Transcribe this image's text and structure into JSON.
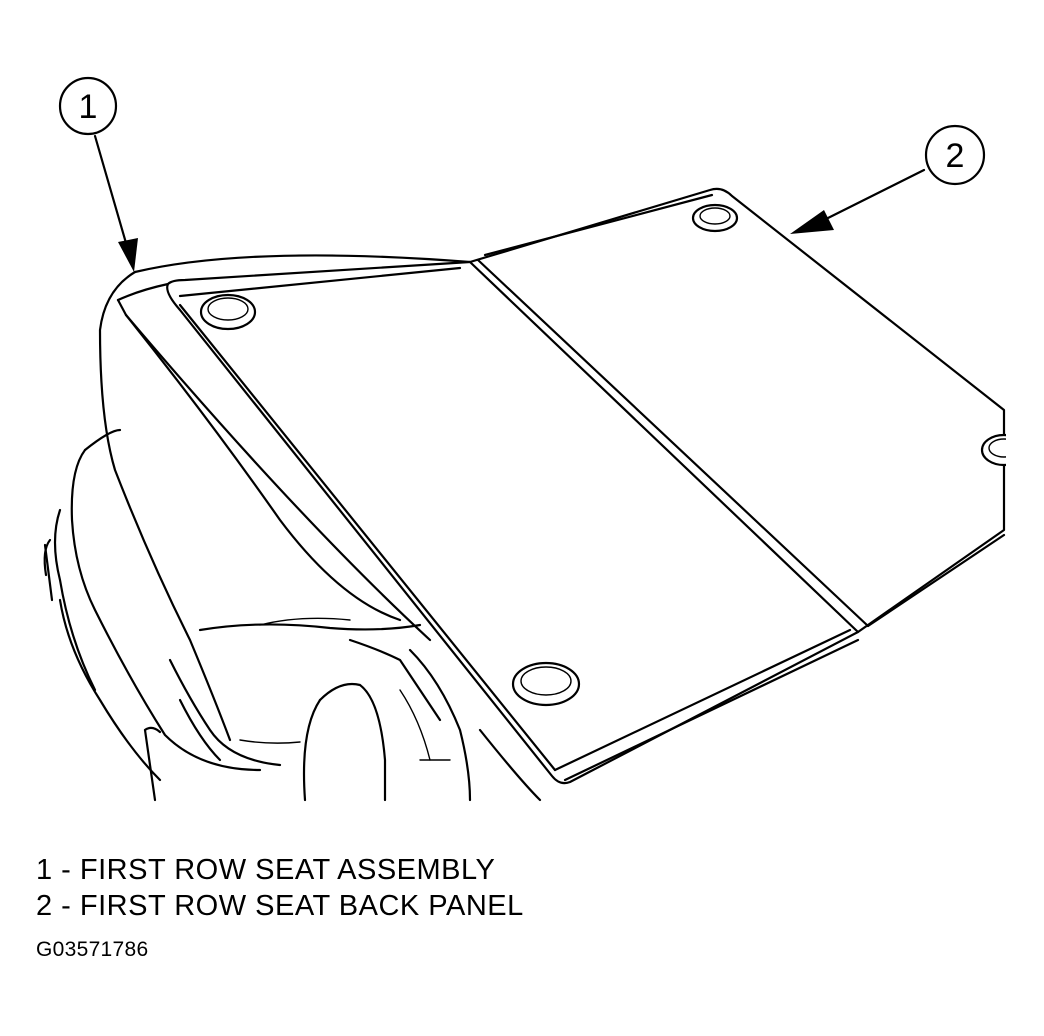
{
  "callouts": [
    {
      "number": "1"
    },
    {
      "number": "2"
    }
  ],
  "legend": [
    {
      "text": "1 - FIRST ROW SEAT ASSEMBLY"
    },
    {
      "text": "2 - FIRST ROW SEAT BACK PANEL"
    }
  ],
  "figure_id": "G03571786"
}
